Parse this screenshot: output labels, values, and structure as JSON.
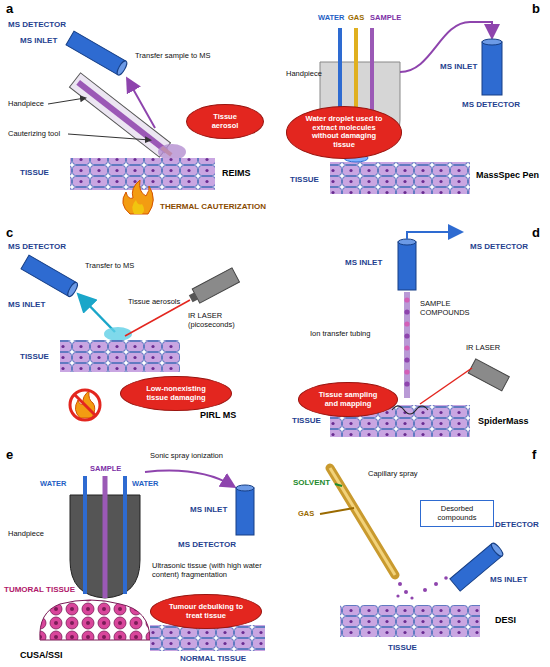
{
  "diagram": {
    "nodes": [
      {
        "text": [
          "Tissue aerosol"
        ]
      },
      {
        "text": [
          "Water droplet used to extract molecules without damaging tissue"
        ]
      },
      {
        "text": [
          "Low-nonexisting tissue damaging"
        ]
      },
      {
        "text": [
          "Tissue sampling and mapping"
        ]
      },
      {
        "text": [
          "Tumour debulking to treat tissue"
        ]
      },
      {
        "text": [
          "Desorbed compounds"
        ]
      }
    ],
    "labels": [
      "a",
      "MS DETECTOR",
      "MS INLET",
      "Transfer sample to MS",
      "Handpiece",
      "Cauterizing tool",
      "TISSUE",
      "THERMAL CAUTERIZATION",
      "REIMS",
      "b",
      "WATER",
      "GAS",
      "SAMPLE",
      "MS DETECTOR",
      "MS INLET",
      "Handpiece",
      "TISSUE",
      "MassSpec Pen",
      "c",
      "MS DETECTOR",
      "MS INLET",
      "Transfer to MS",
      "Tissue aerosols",
      "IR LASER (picoseconds)",
      "TISSUE",
      "PIRL MS",
      "d",
      "MS DETECTOR",
      "MS INLET",
      "Ion transfer tubing",
      "SAMPLE COMPOUNDS",
      "IR LASER",
      "TISSUE",
      "SpiderMass",
      "e",
      "Sonic spray ionization",
      "SAMPLE",
      "WATER",
      "WATER",
      "MS INLET",
      "MS DETECTOR",
      "Handpiece",
      "Ultrasonic tissue (with high water content) fragmentation",
      "TUMORAL TISSUE",
      "NORMAL TISSUE",
      "CUSA/SSI",
      "f",
      "SOLVENT",
      "Capillary spray",
      "GAS",
      "DETECTOR",
      "MS INLET",
      "TISSUE",
      "DESI"
    ]
  }
}
